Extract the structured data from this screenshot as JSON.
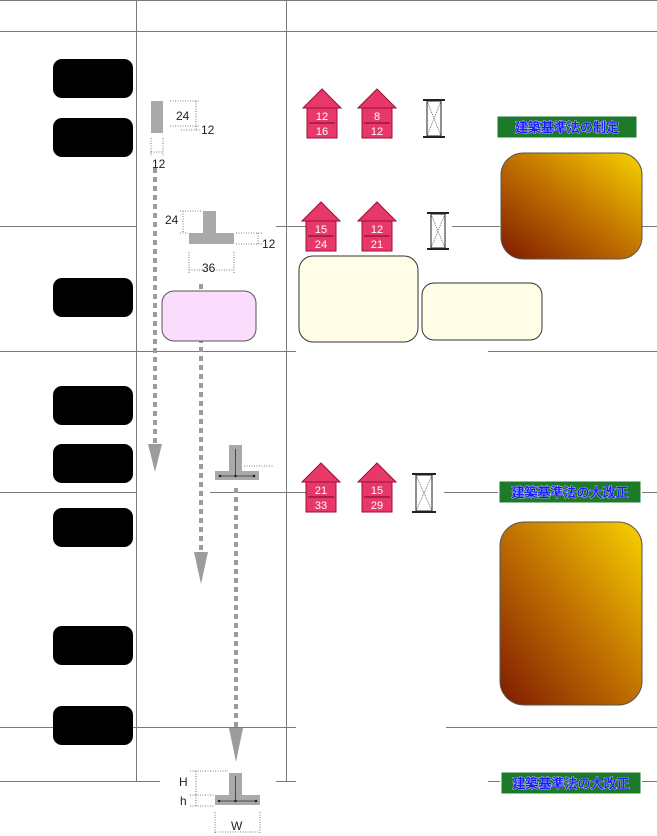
{
  "colors": {
    "house_fill": "#e8386a",
    "house_stroke": "#9a1035",
    "label_bg": "#1d7a2b",
    "label_text": "#1a1aff",
    "label_border": "#ffffff",
    "arrow": "#9c9c9c",
    "member": "#a9a9a9",
    "pink_box": "#fadcfc",
    "cream_box": "#fffde8",
    "gradient_light": "#f8d200",
    "gradient_dark": "#7e1a00",
    "black_box": "#000000",
    "line": "#7a7a7a"
  },
  "houses": [
    {
      "top": "12",
      "bottom": "16"
    },
    {
      "top": "8",
      "bottom": "12"
    },
    {
      "top": "15",
      "bottom": "24"
    },
    {
      "top": "12",
      "bottom": "21"
    },
    {
      "top": "21",
      "bottom": "33"
    },
    {
      "top": "15",
      "bottom": "29"
    }
  ],
  "labels": {
    "law_enact": "建築基準法の制定",
    "law_revise_1": "建築基準法の大改正",
    "law_revise_2": "建築基準法の大改正"
  },
  "dims": {
    "rect_h": "24",
    "rect_w1": "12",
    "rect_w2": "12",
    "t_h": "24",
    "t_w": "12",
    "t_base": "36",
    "final_H": "H",
    "final_h": "h",
    "final_W": "W"
  },
  "icons": {
    "house": "house-icon",
    "brace": "brace-frame-icon",
    "arrow": "arrow-down-icon"
  }
}
